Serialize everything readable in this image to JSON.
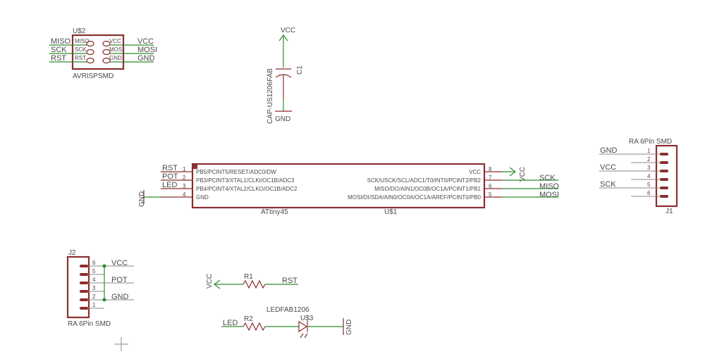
{
  "avrisp": {
    "name": "U$2",
    "value": "AVRISPSMD",
    "pins_left": [
      "MISO",
      "SCK",
      "RST"
    ],
    "pins_right": [
      "VCC",
      "MOSI",
      "GND"
    ],
    "nets_left": [
      "MISO",
      "SCK",
      "RST"
    ],
    "nets_right": [
      "VCC",
      "MOSI",
      "GND"
    ]
  },
  "capacitor": {
    "name": "C1",
    "value": "CAP-US1206FAB",
    "top_net": "VCC",
    "bottom_net": "GND"
  },
  "mcu": {
    "name": "U$1",
    "value": "ATtiny45",
    "left_pins": [
      {
        "num": "1",
        "label": "PB5/PCINT5/RESET/ADC0/DW",
        "net": "RST"
      },
      {
        "num": "2",
        "label": "PB3/PCINT3/XTAL1/CLKI/OC1B/ADC3",
        "net": "POT"
      },
      {
        "num": "3",
        "label": "PB4/PCINT4/XTAL2/CLKO/OC1B/ADC2",
        "net": "LED"
      },
      {
        "num": "4",
        "label": "GND",
        "net": "GND"
      }
    ],
    "right_pins": [
      {
        "num": "8",
        "label": "VCC",
        "net": "VCC"
      },
      {
        "num": "7",
        "label": "SCK/USCK/SCL/ADC1/T0/INT0/PCINT2/PB2",
        "net": "SCK"
      },
      {
        "num": "6",
        "label": "MISO/DO/AIN1/OC0B/OC1A/PCINT1/PB1",
        "net": "MISO"
      },
      {
        "num": "5",
        "label": "MOSI/DI/SDA/AIN0/OC0A/OC1A/AREF/PCINT0/PB0",
        "net": "MOSI"
      }
    ]
  },
  "j1": {
    "name": "J1",
    "value": "RA 6Pin SMD",
    "pins": [
      "1",
      "2",
      "3",
      "4",
      "5",
      "6"
    ],
    "nets": [
      {
        "pin_index": 0,
        "label": "GND"
      },
      {
        "pin_index": 2,
        "label": "VCC"
      },
      {
        "pin_index": 4,
        "label": "SCK"
      }
    ]
  },
  "j2": {
    "name": "J2",
    "value": "RA 6Pin SMD",
    "pins": [
      "6",
      "5",
      "4",
      "3",
      "2",
      "1"
    ],
    "nets": [
      {
        "pin_index": 0,
        "label": "VCC"
      },
      {
        "pin_index": 2,
        "label": "POT"
      },
      {
        "pin_index": 4,
        "label": "GND"
      }
    ]
  },
  "r1": {
    "name": "R1",
    "left_net": "VCC",
    "right_net": "RST"
  },
  "r2": {
    "name": "R2",
    "left_net": "LED"
  },
  "led": {
    "name": "U$3",
    "value": "LEDFAB1206",
    "right_net": "GND"
  }
}
